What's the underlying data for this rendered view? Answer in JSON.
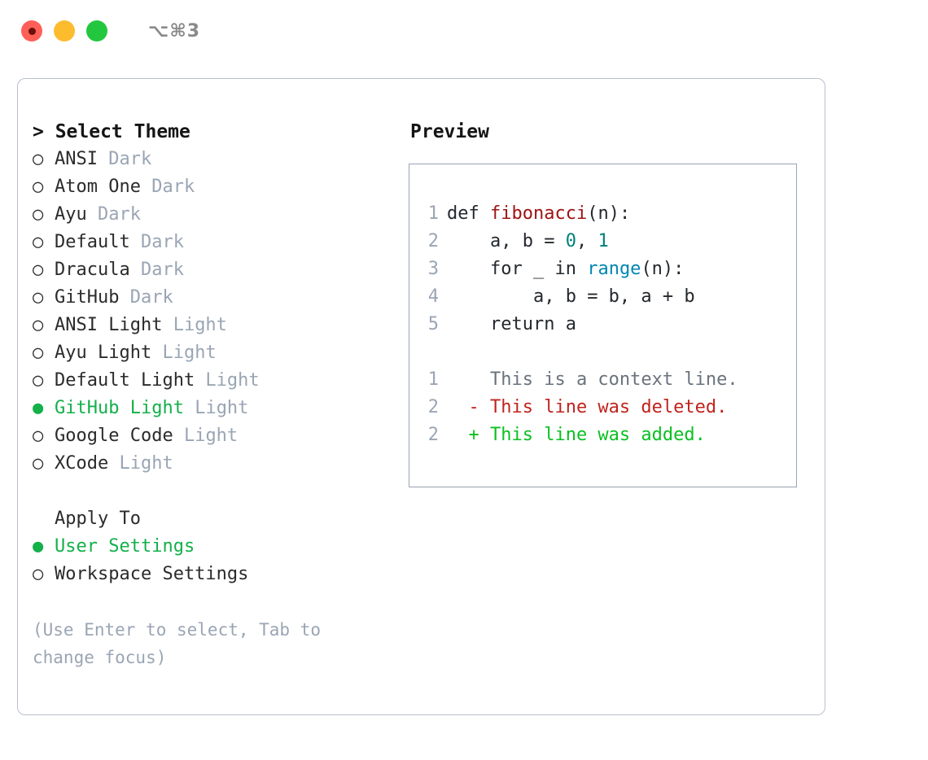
{
  "titlebar": {
    "shortcut": "⌥⌘3",
    "lights": [
      "close",
      "minimize",
      "maximize"
    ],
    "colors": {
      "close": "#ff5f57",
      "minimize": "#fdbc2e",
      "maximize": "#23c73f"
    }
  },
  "theme_picker": {
    "header": "> Select Theme",
    "items": [
      {
        "marker": "○",
        "name": "ANSI",
        "variant": "Dark",
        "selected": false
      },
      {
        "marker": "○",
        "name": "Atom One",
        "variant": "Dark",
        "selected": false
      },
      {
        "marker": "○",
        "name": "Ayu",
        "variant": "Dark",
        "selected": false
      },
      {
        "marker": "○",
        "name": "Default",
        "variant": "Dark",
        "selected": false
      },
      {
        "marker": "○",
        "name": "Dracula",
        "variant": "Dark",
        "selected": false
      },
      {
        "marker": "○",
        "name": "GitHub",
        "variant": "Dark",
        "selected": false
      },
      {
        "marker": "○",
        "name": "ANSI Light",
        "variant": "Light",
        "selected": false
      },
      {
        "marker": "○",
        "name": "Ayu Light",
        "variant": "Light",
        "selected": false
      },
      {
        "marker": "○",
        "name": "Default Light",
        "variant": "Light",
        "selected": false
      },
      {
        "marker": "●",
        "name": "GitHub Light",
        "variant": "Light",
        "selected": true
      },
      {
        "marker": "○",
        "name": "Google Code",
        "variant": "Light",
        "selected": false
      },
      {
        "marker": "○",
        "name": "XCode",
        "variant": "Light",
        "selected": false
      }
    ]
  },
  "apply_to": {
    "header": "Apply To",
    "options": [
      {
        "marker": "●",
        "label": "User Settings",
        "selected": true
      },
      {
        "marker": "○",
        "label": "Workspace Settings",
        "selected": false
      }
    ]
  },
  "hint": "(Use Enter to select, Tab to change focus)",
  "preview": {
    "header": "Preview",
    "code_lines": [
      {
        "no": "1",
        "indent": "",
        "segments": [
          {
            "t": "def ",
            "c": "kw"
          },
          {
            "t": "fibonacci",
            "c": "fn"
          },
          {
            "t": "(n):",
            "c": "kw"
          }
        ]
      },
      {
        "no": "2",
        "indent": "    ",
        "segments": [
          {
            "t": "a, b = ",
            "c": "kw"
          },
          {
            "t": "0",
            "c": "num"
          },
          {
            "t": ", ",
            "c": "kw"
          },
          {
            "t": "1",
            "c": "num"
          }
        ]
      },
      {
        "no": "3",
        "indent": "    ",
        "segments": [
          {
            "t": "for _ in ",
            "c": "kw"
          },
          {
            "t": "range",
            "c": "bi"
          },
          {
            "t": "(n):",
            "c": "kw"
          }
        ]
      },
      {
        "no": "4",
        "indent": "        ",
        "segments": [
          {
            "t": "a, b = b, a + b",
            "c": "kw"
          }
        ]
      },
      {
        "no": "5",
        "indent": "    ",
        "segments": [
          {
            "t": "return a",
            "c": "kw"
          }
        ]
      }
    ],
    "diff_lines": [
      {
        "no": "1",
        "sign": " ",
        "text": "This is a context line.",
        "kind": "ctx"
      },
      {
        "no": "2",
        "sign": "-",
        "text": "This line was deleted.",
        "kind": "del"
      },
      {
        "no": "2",
        "sign": "+",
        "text": "This line was added.",
        "kind": "add"
      }
    ]
  },
  "colors": {
    "accent_green": "#14b04a",
    "muted": "#9aa5b4",
    "border": "#b9c1cc",
    "code_border": "#9aa5b4",
    "diff_add": "#0ac020",
    "diff_del": "#c0231d",
    "fn_red": "#a01313",
    "num_teal": "#00807a",
    "builtin_blue": "#0086b3"
  }
}
